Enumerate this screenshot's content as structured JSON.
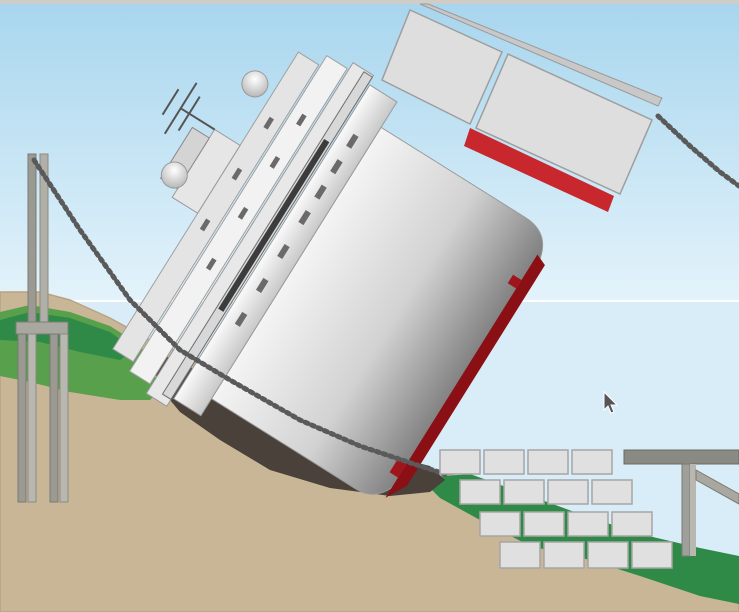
{
  "scene": {
    "subject": "capsized-cruise-ship-diagram",
    "parts": [
      "sky",
      "sea",
      "shore-terrain",
      "rock-reef",
      "ship-hull",
      "superstructure",
      "funnel",
      "radar-domes",
      "mast",
      "restraint-chains",
      "land-anchor-tower",
      "caisson-platform",
      "grout-bags",
      "work-platform",
      "cursor"
    ]
  },
  "colors": {
    "sky_top": "#a6d6ef",
    "sky_bottom": "#dff1fb",
    "sea": "#d8ecf8",
    "sand": "#c9b697",
    "grass_light": "#5aa04c",
    "grass_dark": "#2e8a48",
    "rock": "#4b423c",
    "hull_light": "#f0f0f0",
    "hull_dark": "#8a8a8a",
    "red": "#c0282d",
    "dark_red": "#8a1015",
    "chain": "#585858",
    "platform": "#dcdcdc",
    "block": "#e0e0e0"
  },
  "icons": {
    "cursor": "mouse-pointer-icon"
  }
}
